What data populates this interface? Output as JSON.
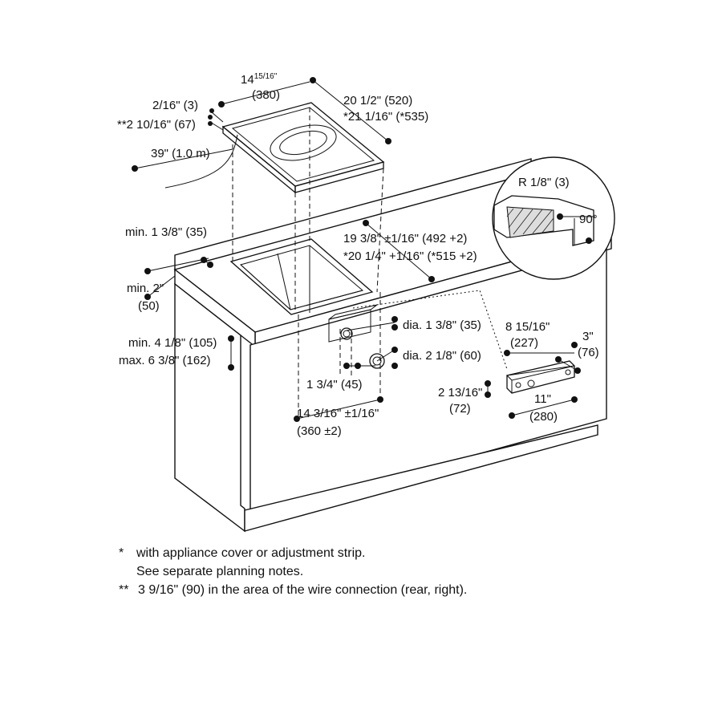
{
  "dims": {
    "cooktop_width_in": "14",
    "cooktop_width_frac": "15/16\"",
    "cooktop_width_mm": "(380)",
    "cooktop_depth": "20 1/2\" (520)",
    "cooktop_depth_cover": "*21 1/16\" (*535)",
    "frame_thickness": "2/16\" (3)",
    "frame_thickness_wire": "**2 10/16\" (67)",
    "cable_length": "39\" (1.0 m)",
    "radius": "R 1/8\" (3)",
    "angle": "90°",
    "min_edge": "min. 1 3/8\" (35)",
    "cutout_depth": "19 3/8\" ±1/16\" (492 +2)",
    "cutout_depth_cover": "*20 1/4\" +1/16\" (*515 +2)",
    "min_front_in": "min. 2\"",
    "min_front_mm": "(50)",
    "knob_height_min": "min. 4 1/8\" (105)",
    "knob_height_max": "max. 6 3/8\" (162)",
    "knob_hole_small": "dia. 1 3/8\" (35)",
    "knob_hole_large": "dia. 2 1/8\" (60)",
    "knob_spacing": "1 3/4\" (45)",
    "cutout_width_in": "14 3/16\" ±1/16\"",
    "cutout_width_mm": "(360 ±2)",
    "module_offset_in": "8 15/16\"",
    "module_offset_mm": "(227)",
    "module_depth_in": "3\"",
    "module_depth_mm": "(76)",
    "module_height_in": "2 13/16\"",
    "module_height_mm": "(72)",
    "module_width_in": "11\"",
    "module_width_mm": "(280)"
  },
  "notes": {
    "line1_mark": "*",
    "line1_text": "with appliance cover or adjustment strip.",
    "line2_text": "See separate planning notes.",
    "line3_mark": "**",
    "line3_text": "3 9/16\" (90) in the area of the wire connection (rear, right)."
  }
}
